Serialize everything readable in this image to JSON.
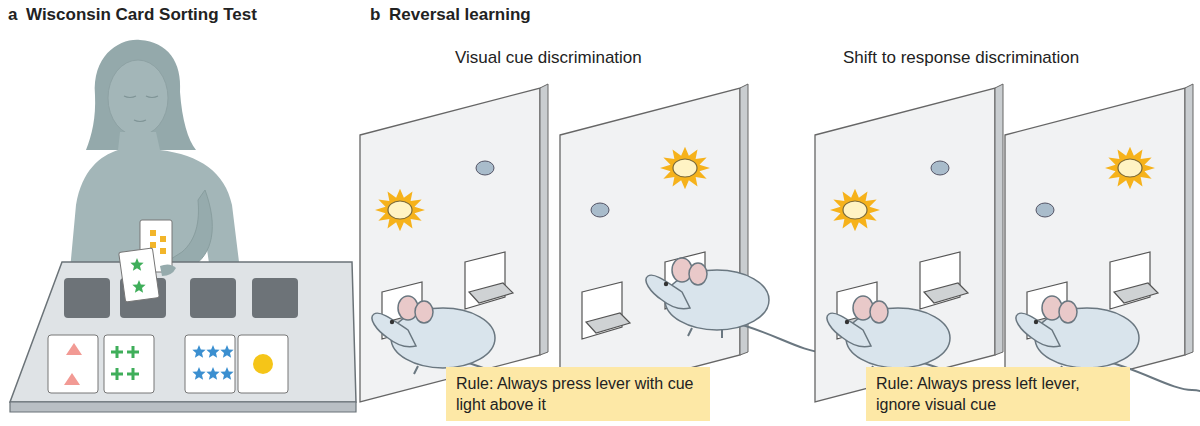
{
  "diagram": {
    "nodes": [
      {
        "text": [
          "Rule: Always press lever with cue light above it"
        ]
      },
      {
        "text": [
          "Rule: Always press left lever, ignore visual cue"
        ]
      }
    ],
    "labels": [
      "a",
      "Wisconsin Card Sorting Test",
      "b",
      "Reversal learning",
      "Visual cue discrimination",
      "Shift to response discrimination"
    ]
  }
}
